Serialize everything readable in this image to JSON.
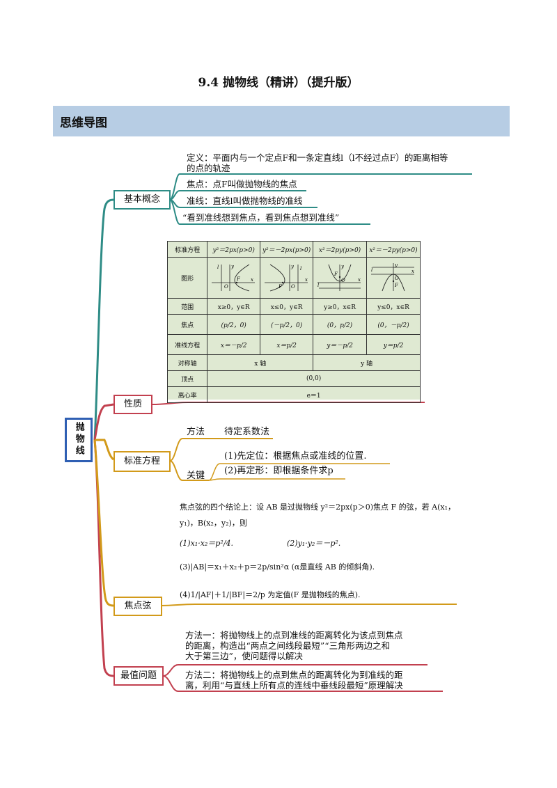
{
  "title": "9.4  抛物线（精讲）（提升版）",
  "section": "思维导图",
  "root": "抛物线",
  "branches": {
    "basic": {
      "label": "基本概念",
      "items": [
        "定义：平面内与一个定点F和一条定直线l（l不经过点F）的距离相等",
        "的点的轨迹",
        "焦点：点F叫做抛物线的焦点",
        "准线：直线l叫做抛物线的准线",
        "“看到准线想到焦点，看到焦点想到准线”"
      ]
    },
    "property": {
      "label": "性质",
      "table": {
        "row_headers": [
          "标准方程",
          "图形",
          "范围",
          "焦点",
          "准线方程",
          "对称轴",
          "顶点",
          "离心率"
        ],
        "equations": [
          "y²＝2px(p>0)",
          "y²＝－2px(p>0)",
          "x²＝2py(p>0)",
          "x²＝－2py(p>0)"
        ],
        "ranges": [
          "x≥0，y∈R",
          "x≤0，y∈R",
          "y≥0，x∈R",
          "y≤0，x∈R"
        ],
        "foci": [
          "(p/2，0)",
          "(－p/2，0)",
          "(0，p/2)",
          "(0，－p/2)"
        ],
        "directrices": [
          "x＝－p/2",
          "x＝p/2",
          "y＝－p/2",
          "y＝p/2"
        ],
        "axes": [
          "x 轴",
          "y 轴"
        ],
        "vertex": "(0,0)",
        "eccentricity": "e＝1",
        "graph_labels": {
          "l": "l",
          "o": "O",
          "f": "F",
          "x": "x",
          "y": "y"
        }
      }
    },
    "standard": {
      "label": "标准方程",
      "method_key": "方法",
      "method_val": "待定系数法",
      "key_label": "关键",
      "step1": "(1)先定位：根据焦点或准线的位置.",
      "step2": "(2)再定形：即根据条件求p"
    },
    "focal": {
      "label": "焦点弦",
      "intro1": "焦点弦的四个结论上：设 AB 是过抛物线 y²＝2px(p＞0)焦点 F 的弦，若 A(x₁，",
      "intro2": "y₁)，B(x₂，y₂)，则",
      "c1": "(1)x₁·x₂＝p²/4.",
      "c2": "(2)y₁·y₂＝－p².",
      "c3": "(3)|AB|＝x₁＋x₂＋p＝2p/sin²α (α是直线 AB 的倾斜角).",
      "c4": "(4)1/|AF|＋1/|BF|＝2/p 为定值(F 是抛物线的焦点)."
    },
    "extreme": {
      "label": "最值问题",
      "m1": [
        "方法一：将抛物线上的点到准线的距离转化为该点到焦点",
        "的距离，构造出“两点之间线段最短”“三角形两边之和",
        "大于第三边”，使问题得以解决"
      ],
      "m2": [
        "方法二：将抛物线上的点到焦点的距离转化为到准线的距",
        "离，利用“与直线上所有点的连线中垂线段最短”原理解决"
      ]
    }
  },
  "colors": {
    "section_bg": "#b7cde4",
    "root_border": "#2f5fb3",
    "teal": "#2e8c86",
    "red": "#c2404f",
    "gold": "#d29a1a",
    "table_bg": "#dfe9d2"
  }
}
